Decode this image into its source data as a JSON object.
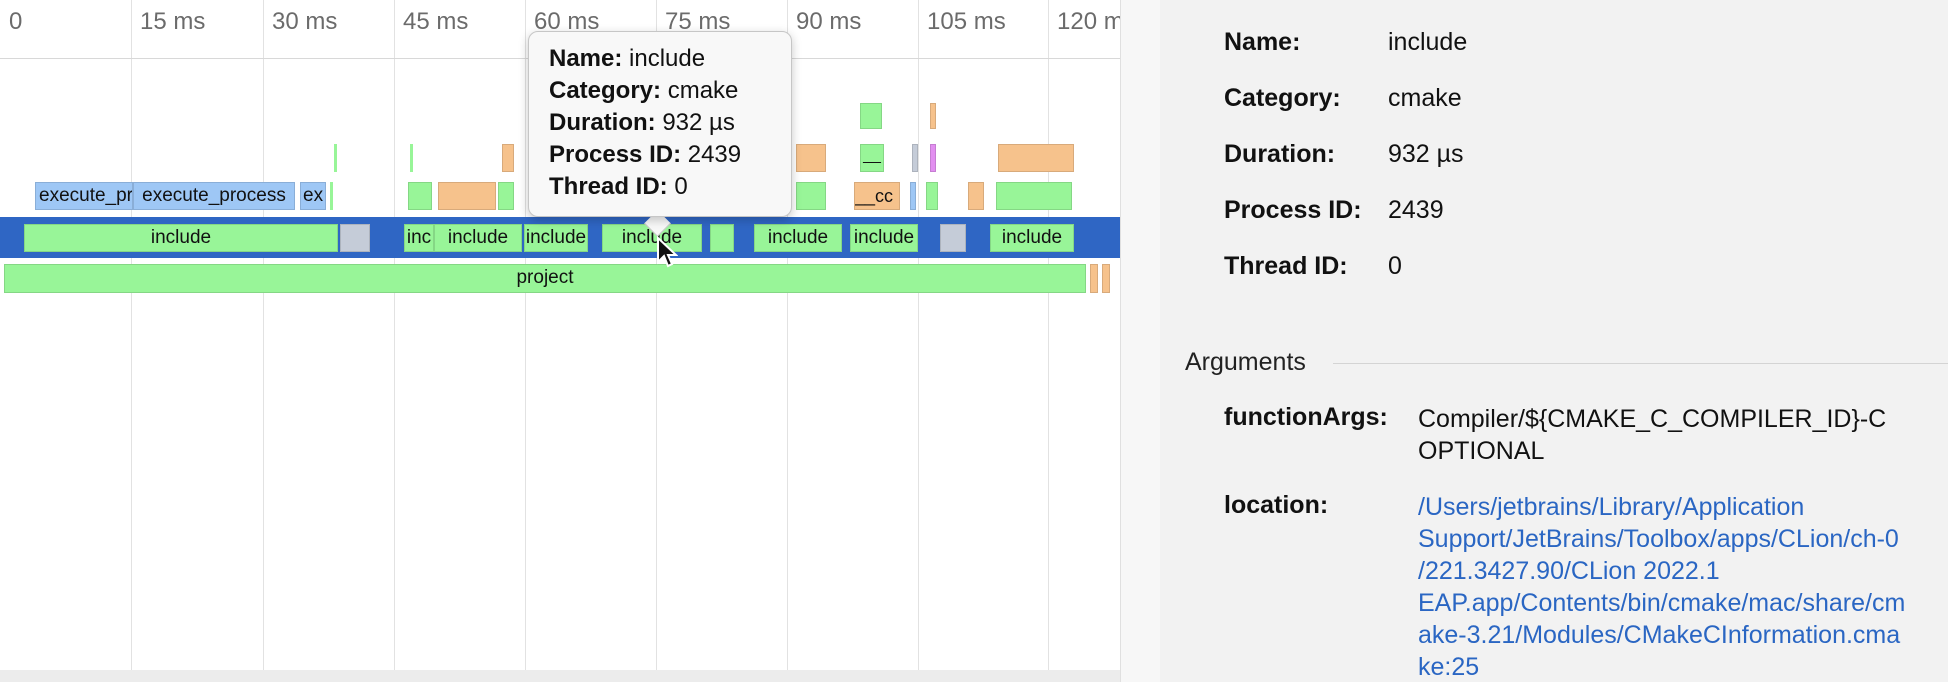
{
  "timeline": {
    "ticks": [
      "0",
      "15 ms",
      "30 ms",
      "45 ms",
      "60 ms",
      "75 ms",
      "90 ms",
      "105 ms",
      "120 m"
    ],
    "execute_bars": [
      "execute_pr",
      "execute_process",
      "ex"
    ],
    "selected_row_bars": [
      "include",
      "inc",
      "include",
      "include",
      "include",
      "include",
      "include",
      "include"
    ],
    "small_labels": [
      "__",
      "__cc"
    ],
    "project_bar": "project"
  },
  "tooltip": {
    "name_label": "Name:",
    "name_value": "include",
    "category_label": "Category:",
    "category_value": "cmake",
    "duration_label": "Duration:",
    "duration_value": "932 µs",
    "pid_label": "Process ID:",
    "pid_value": "2439",
    "tid_label": "Thread ID:",
    "tid_value": "0"
  },
  "details": {
    "name_label": "Name:",
    "name_value": "include",
    "category_label": "Category:",
    "category_value": "cmake",
    "duration_label": "Duration:",
    "duration_value": "932 µs",
    "pid_label": "Process ID:",
    "pid_value": "2439",
    "tid_label": "Thread ID:",
    "tid_value": "0",
    "arguments_title": "Arguments",
    "function_args_label": "functionArgs:",
    "function_args_lines": [
      "Compiler/${CMAKE_C_COMPILER_ID}-C",
      "OPTIONAL"
    ],
    "location_label": "location:",
    "location_lines": [
      "/Users/jetbrains/Library/Application",
      "Support/JetBrains/Toolbox/apps/CLion/ch-0",
      "/221.3427.90/CLion 2022.1",
      "EAP.app/Contents/bin/cmake/mac/share/cm",
      "ake-3.21/Modules/CMakeCInformation.cma",
      "ke:25"
    ]
  },
  "colors": {
    "event_green": "#98f598",
    "event_blue": "#9ec7f5",
    "event_orange": "#f6c28c",
    "selected_row": "#2f66c4",
    "link": "#2a66c3"
  }
}
